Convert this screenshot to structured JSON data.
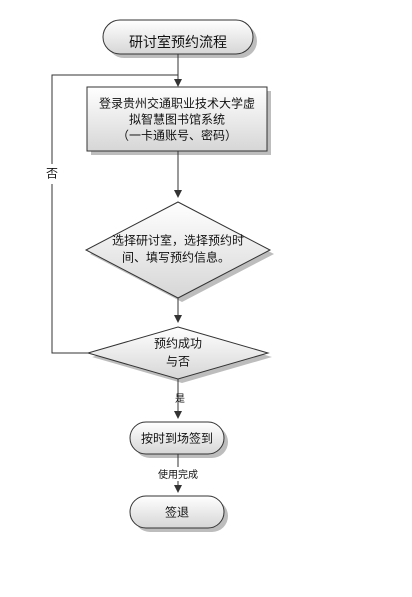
{
  "flowchart": {
    "start": {
      "label": "研讨室预约流程"
    },
    "login": {
      "lines": [
        "登录贵州交通职业技术大学虚",
        "拟智慧图书馆系统",
        "（一卡通账号、密码）"
      ]
    },
    "select": {
      "lines": [
        "选择研讨室，选择预约时",
        "间、填写预约信息。"
      ]
    },
    "decision": {
      "lines": [
        "预约成功",
        "与否"
      ]
    },
    "checkin": {
      "label": "按时到场签到"
    },
    "checkout": {
      "label": "签退"
    },
    "edges": {
      "yes_label": "是",
      "no_label": "否",
      "after_use_label": "使用完成"
    },
    "colors": {
      "shape_fill_top": "#ffffff",
      "shape_fill_bottom": "#d8d8d8",
      "stroke": "#333333",
      "shadow": "#c0c0c0"
    }
  }
}
